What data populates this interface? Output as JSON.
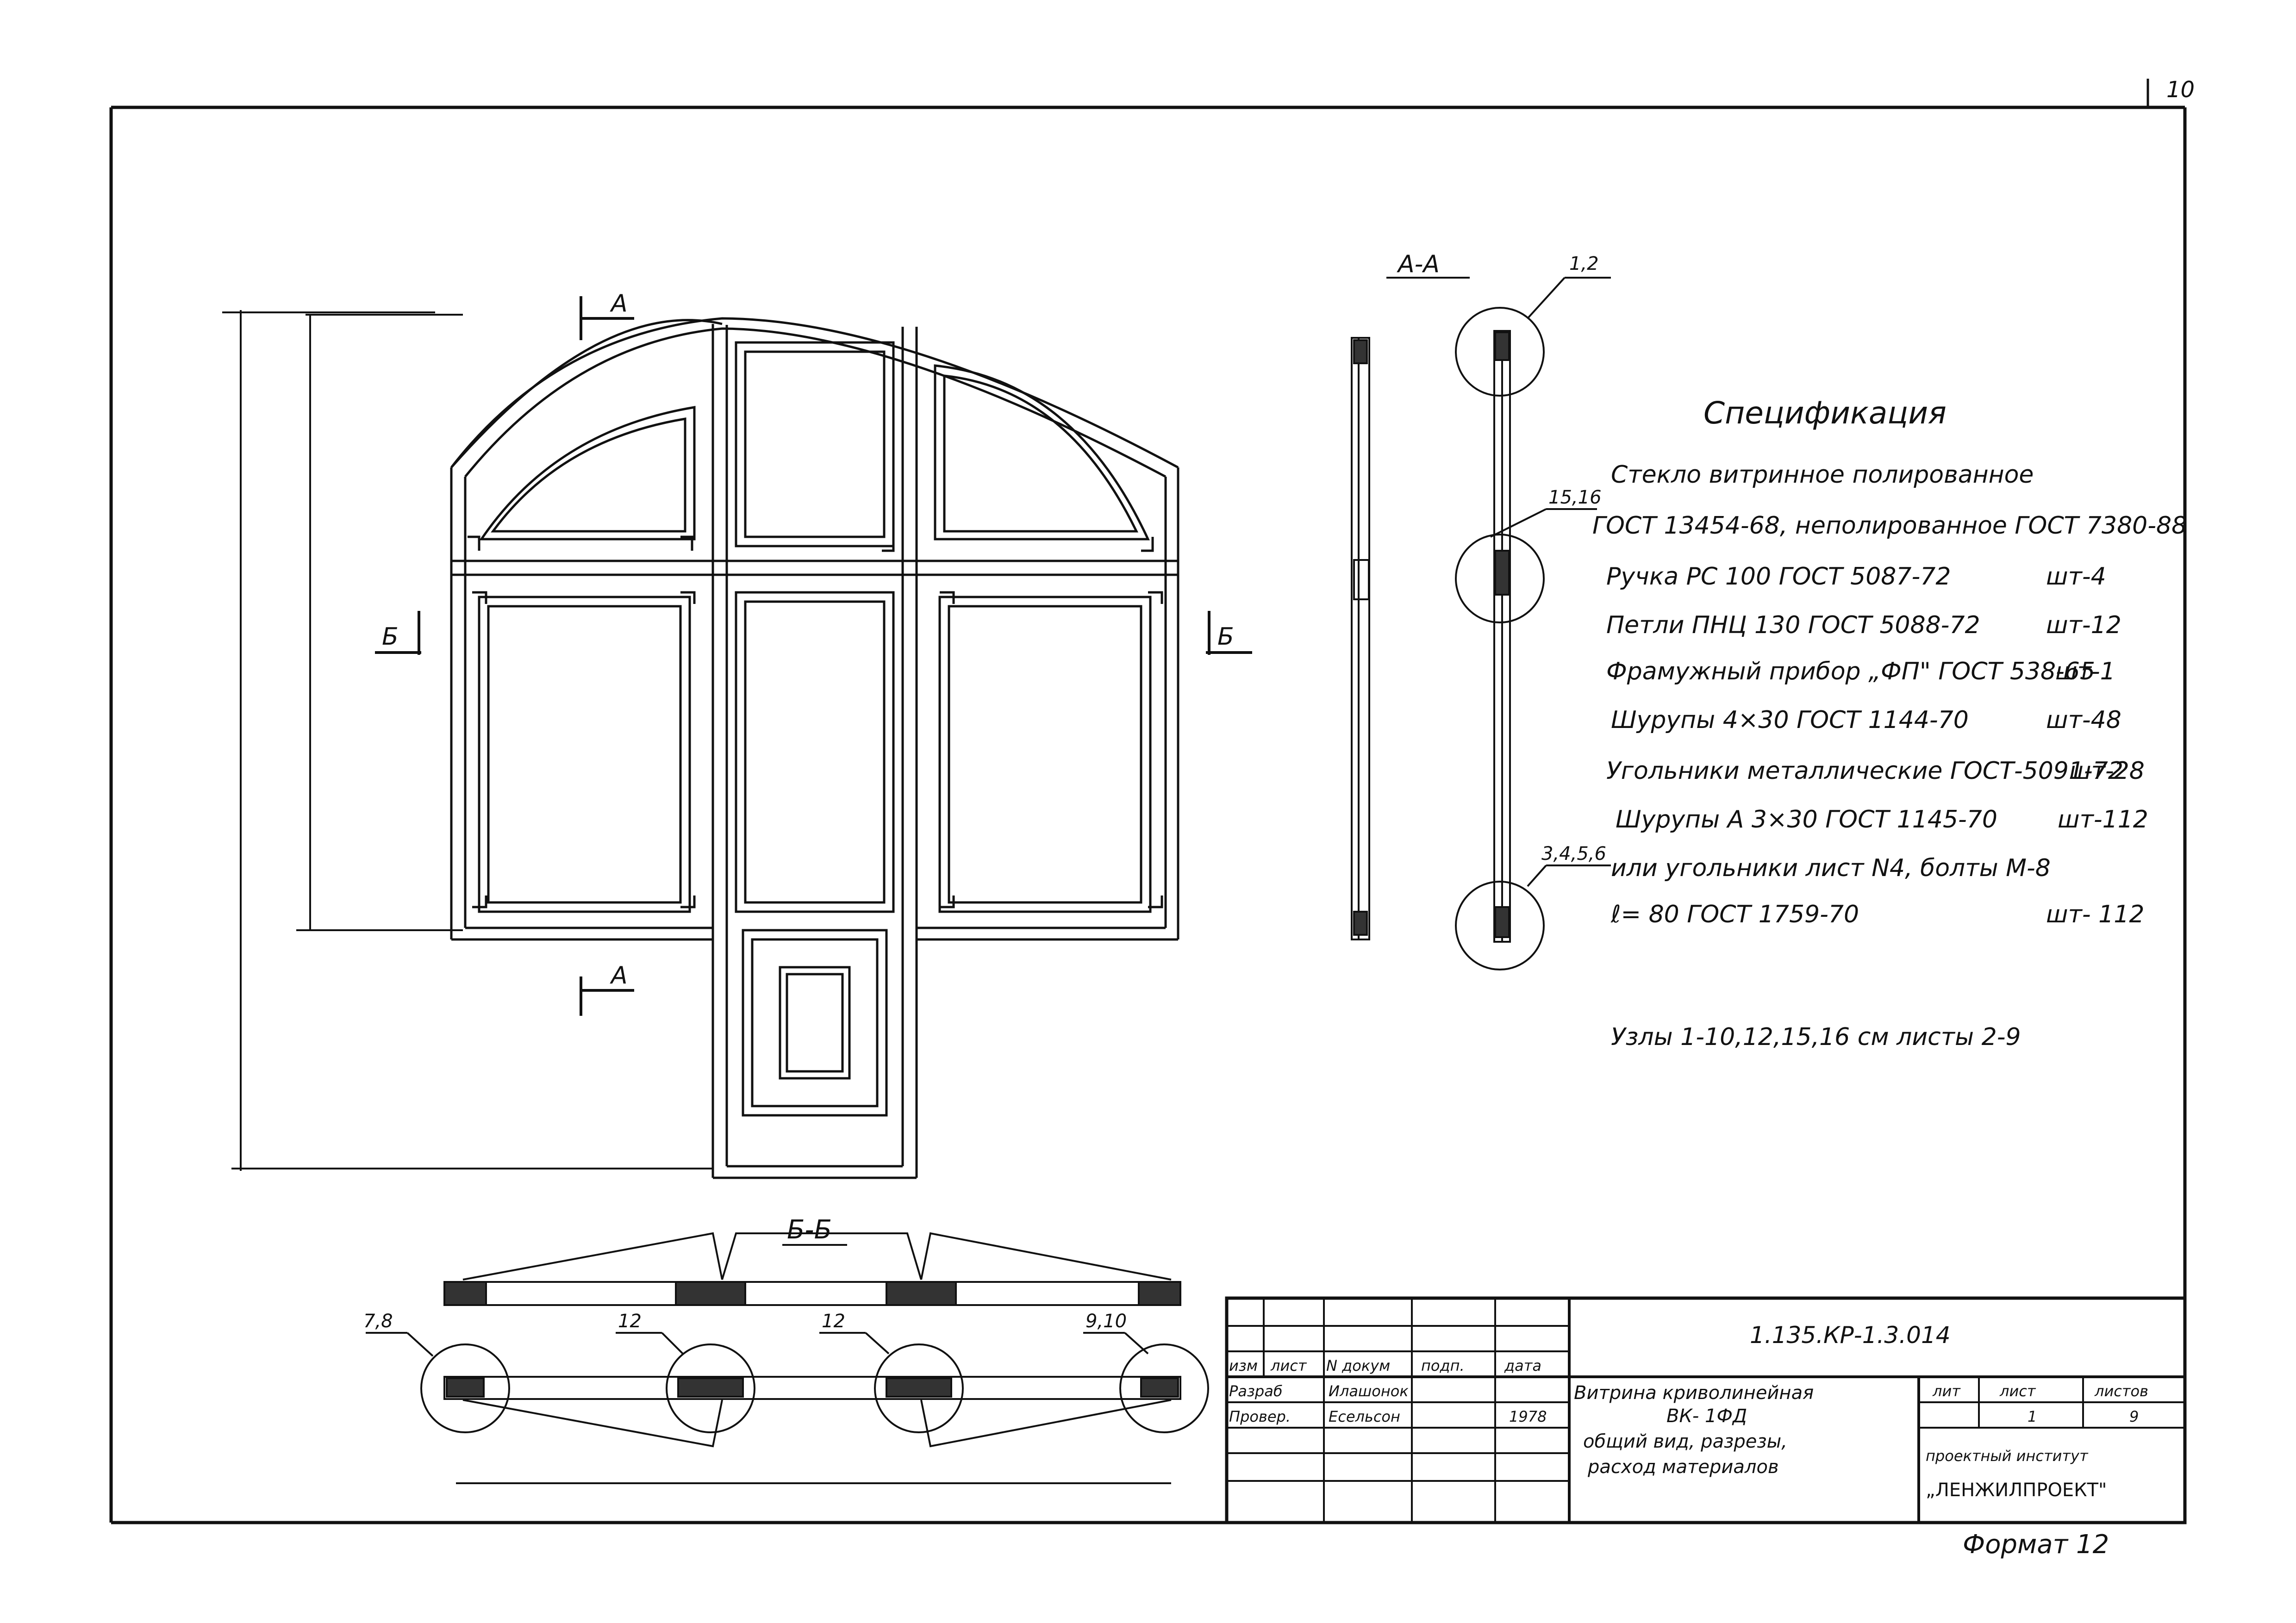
{
  "sheet": {
    "page_number": "10",
    "format_label": "Формат 12"
  },
  "drawing": {
    "section_mark_a_top": "А",
    "section_mark_a_bottom": "А",
    "section_mark_b_left": "Б",
    "section_mark_b_right": "Б",
    "section_aa_title": "А-А",
    "section_bb_title": "Б-Б",
    "callouts": {
      "aa_top": "1,2",
      "aa_mid": "15,16",
      "aa_bottom": "3,4,5,6",
      "bb_left": "7,8",
      "bb_mid1": "12",
      "bb_mid2": "12",
      "bb_right": "9,10"
    }
  },
  "specification": {
    "title": "Спецификация",
    "lines": [
      {
        "text": "Стекло витринное полированное",
        "qty": ""
      },
      {
        "text": "ГОСТ 13454-68, неполированное ГОСТ 7380-88",
        "qty": ""
      },
      {
        "text": "Ручка РС 100 ГОСТ 5087-72",
        "qty": "шт-4"
      },
      {
        "text": "Петли ПНЦ 130 ГОСТ 5088-72",
        "qty": "шт-12"
      },
      {
        "text": "Фрамужный прибор „ФП\" ГОСТ 538-65",
        "qty": "шт-1"
      },
      {
        "text": "Шурупы 4×30 ГОСТ 1144-70",
        "qty": "шт-48"
      },
      {
        "text": "Угольники металлические ГОСТ-5091-72",
        "qty": "шт-28"
      },
      {
        "text": "Шурупы А 3×30 ГОСТ 1145-70",
        "qty": "шт-112"
      },
      {
        "text": "или угольники лист N4, болты М-8",
        "qty": ""
      },
      {
        "text": "ℓ= 80 ГОСТ 1759-70",
        "qty": "шт- 112"
      }
    ],
    "nodes_note": "Узлы 1-10,12,15,16 см листы 2-9"
  },
  "title_block": {
    "doc_code": "1.135.КР-1.3.014",
    "header_labels": [
      "изм",
      "лист",
      "N докум",
      "подп.",
      "дата"
    ],
    "rows": [
      {
        "role": "Разраб",
        "name": "Илашонок",
        "sign": "",
        "date": ""
      },
      {
        "role": "Провер.",
        "name": "Есельсон",
        "sign": "",
        "date": "1978"
      }
    ],
    "title_lines": [
      "Витрина криволинейная",
      "ВК- 1ФД",
      "общий вид, разрезы,",
      "расход материалов"
    ],
    "lit_label": "лит",
    "sheet_label": "лист",
    "sheets_label": "листов",
    "sheet_value": "1",
    "sheets_value": "9",
    "org_line1": "проектный институт",
    "org_line2": "„ЛЕНЖИЛПРОЕКТ\""
  }
}
